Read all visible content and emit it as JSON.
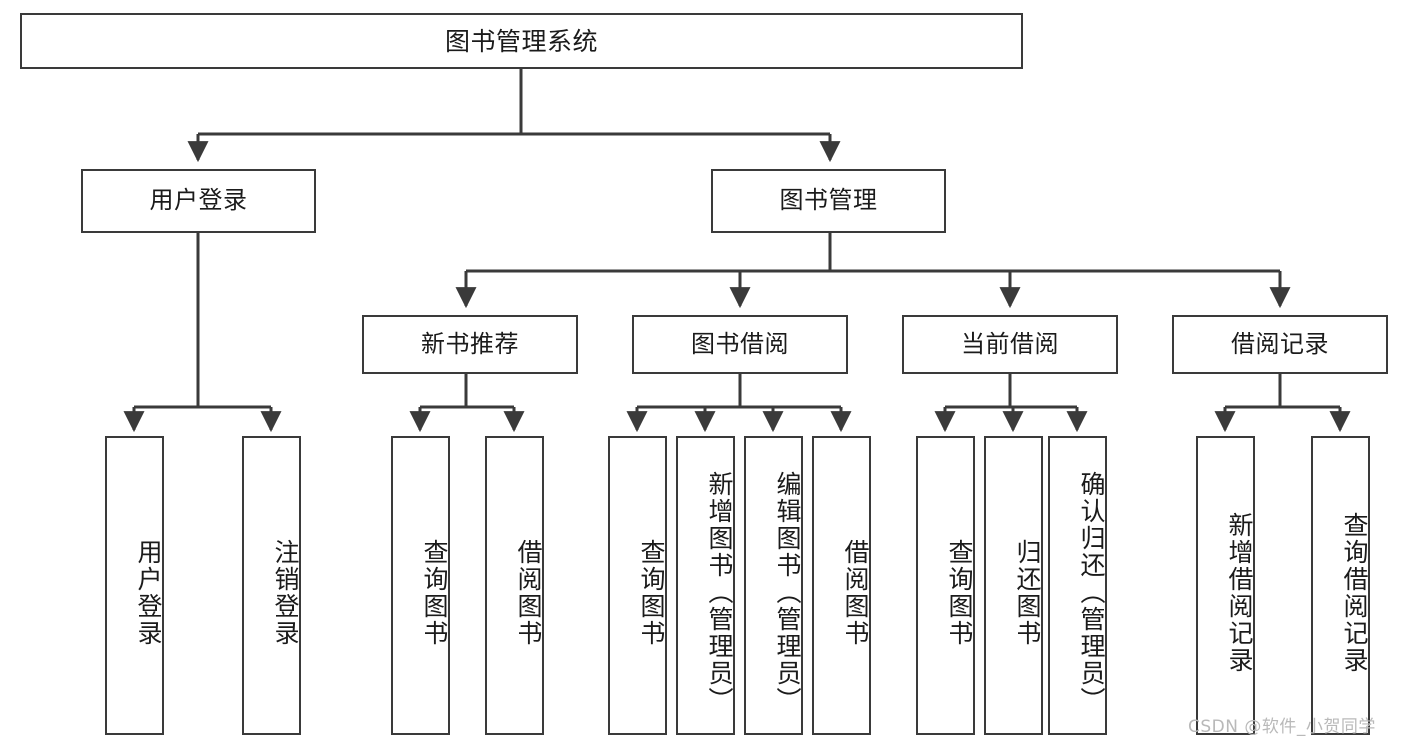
{
  "diagram": {
    "type": "tree",
    "title": "图书管理系统",
    "root": {
      "label": "图书管理系统"
    },
    "level2": [
      {
        "label": "用户登录"
      },
      {
        "label": "图书管理"
      }
    ],
    "level3": [
      {
        "label": "新书推荐"
      },
      {
        "label": "图书借阅"
      },
      {
        "label": "当前借阅"
      },
      {
        "label": "借阅记录"
      }
    ],
    "leaves": {
      "user_login": [
        {
          "label": "用户登录"
        },
        {
          "label": "注销登录"
        }
      ],
      "new_book_recommend": [
        {
          "label": "查询图书"
        },
        {
          "label": "借阅图书"
        }
      ],
      "book_borrow": [
        {
          "label": "查询图书"
        },
        {
          "label": "新增图书（管理员）"
        },
        {
          "label": "编辑图书（管理员）"
        },
        {
          "label": "借阅图书"
        }
      ],
      "current_borrow": [
        {
          "label": "查询图书"
        },
        {
          "label": "归还图书"
        },
        {
          "label": "确认归还（管理员）"
        }
      ],
      "borrow_record": [
        {
          "label": "新增借阅记录"
        },
        {
          "label": "查询借阅记录"
        }
      ]
    }
  },
  "watermark": {
    "text": "CSDN @软件_小贺同学"
  },
  "colors": {
    "stroke": "#3a3a3a",
    "text": "#1b1b1b",
    "background": "#ffffff",
    "watermark": "#b9b9b9"
  }
}
